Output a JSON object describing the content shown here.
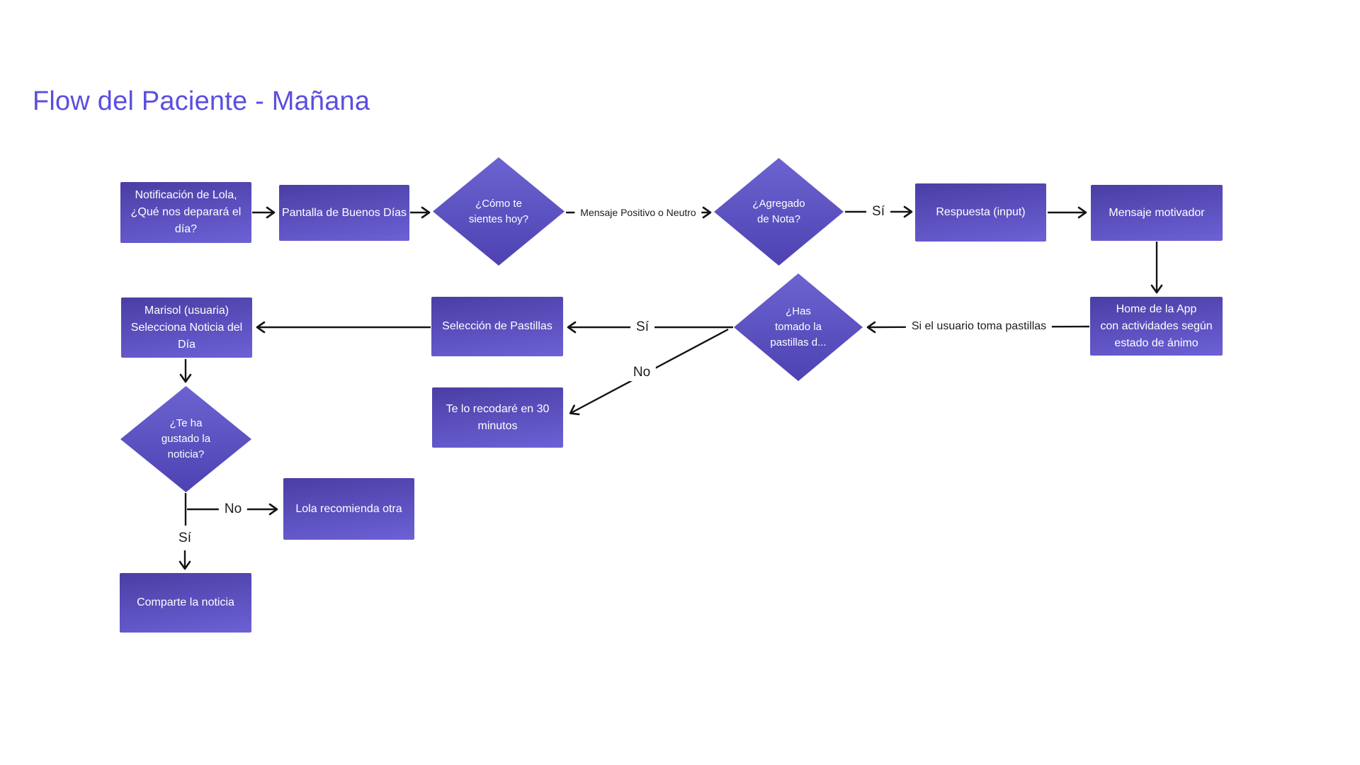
{
  "title": "Flow del Paciente - Mañana",
  "colors": {
    "background": "#FFFFFF",
    "title_text": "#5A4FE0",
    "box_gradient_top": "#4A3EA4",
    "box_gradient_bottom": "#6C61D6",
    "diamond_gradient_top": "#6C63D0",
    "diamond_gradient_bottom": "#4E42B2",
    "node_text": "#FFFFFF",
    "arrow": "#141414"
  },
  "nodes": {
    "notificacion": {
      "shape": "process",
      "label": "Notificación de Lola,\n¿Qué nos deparará el\ndía?"
    },
    "pantalla": {
      "shape": "process",
      "label": "Pantalla de Buenos Días"
    },
    "como_te_sientes": {
      "shape": "decision",
      "label": "¿Cómo te\nsientes hoy?"
    },
    "agregado_de_nota": {
      "shape": "decision",
      "label": "¿Agregado\nde Nota?"
    },
    "respuesta": {
      "shape": "process",
      "label": "Respuesta (input)"
    },
    "mensaje_motivador": {
      "shape": "process",
      "label": "Mensaje motivador"
    },
    "home_app": {
      "shape": "process",
      "label": "Home de la App\ncon actividades según\nestado de ánimo"
    },
    "has_tomado": {
      "shape": "decision",
      "label": "¿Has\ntomado la\npastillas d..."
    },
    "seleccion_pastillas": {
      "shape": "process",
      "label": "Selección de Pastillas"
    },
    "marisol": {
      "shape": "process",
      "label": "Marisol (usuaria)\nSelecciona Noticia del\nDía"
    },
    "te_lo_recodare": {
      "shape": "process",
      "label": "Te lo recodaré en 30\nminutos"
    },
    "te_ha_gustado": {
      "shape": "decision",
      "label": "¿Te ha\ngustado la\nnoticia?"
    },
    "lola_recomienda": {
      "shape": "process",
      "label": "Lola recomienda otra"
    },
    "comparte_noticia": {
      "shape": "process",
      "label": "Comparte la noticia"
    }
  },
  "edge_labels": {
    "mensaje_positivo_o_neutro": "Mensaje Positivo o Neutro",
    "si_agregado": "Sí",
    "si_usuario_toma_pastillas": "Si el usuario toma pastillas",
    "si_ha_tomado": "Sí",
    "no_ha_tomado": "No",
    "no_ha_gustado": "No",
    "si_ha_gustado": "Sí"
  }
}
